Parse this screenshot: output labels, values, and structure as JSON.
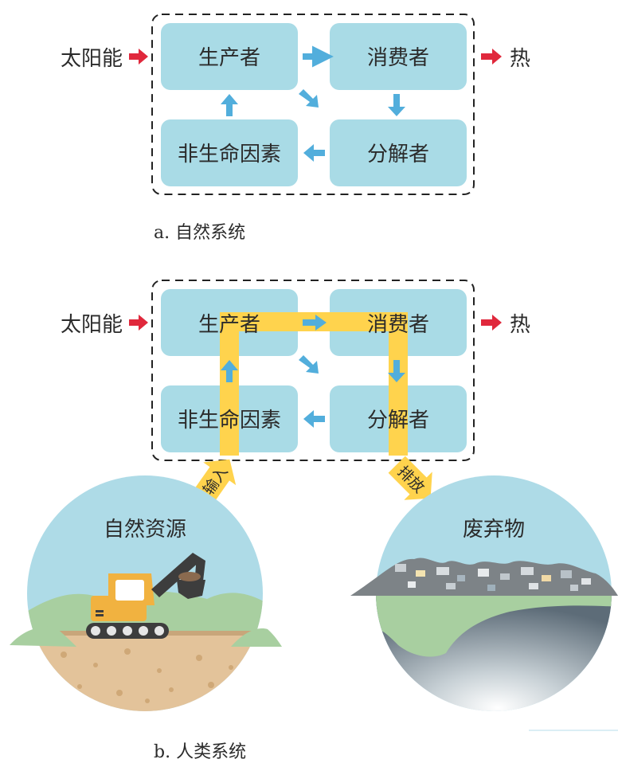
{
  "diagram_a": {
    "caption": "a. 自然系统",
    "input_label": "太阳能",
    "output_label": "热",
    "boxes": {
      "producer": "生产者",
      "consumer": "消费者",
      "abiotic": "非生命因素",
      "decomposer": "分解者"
    }
  },
  "diagram_b": {
    "caption": "b. 人类系统",
    "input_label": "太阳能",
    "output_label": "热",
    "boxes": {
      "producer": "生产者",
      "consumer": "消费者",
      "abiotic": "非生命因素",
      "decomposer": "分解者"
    },
    "input_arrow_label": "输入",
    "output_arrow_label": "排放",
    "left_circle_label": "自然资源",
    "right_circle_label": "废弃物"
  },
  "colors": {
    "box_fill": "#a9dbe6",
    "flow_arrow": "#52aedc",
    "sun_arrow": "#e0283c",
    "human_flow": "#ffd34d",
    "sky": "#aedbe7",
    "soil": "#e3c39a",
    "hill": "#a8cfa0",
    "excavator": "#f1b240"
  }
}
